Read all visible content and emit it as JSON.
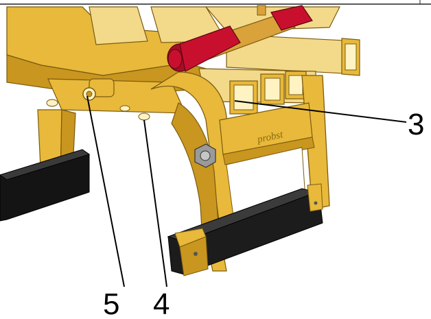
{
  "figure": {
    "callouts": [
      {
        "label": "3"
      },
      {
        "label": "4"
      },
      {
        "label": "5"
      }
    ],
    "brand_text": "probst",
    "colors": {
      "frame_yellow": "#e8b93a",
      "frame_light": "#f3d98a",
      "frame_shadow": "#c9961f",
      "grip_red": "#c8102e",
      "pad_black": "#141414",
      "bolt_grey": "#9a9a9a"
    }
  }
}
